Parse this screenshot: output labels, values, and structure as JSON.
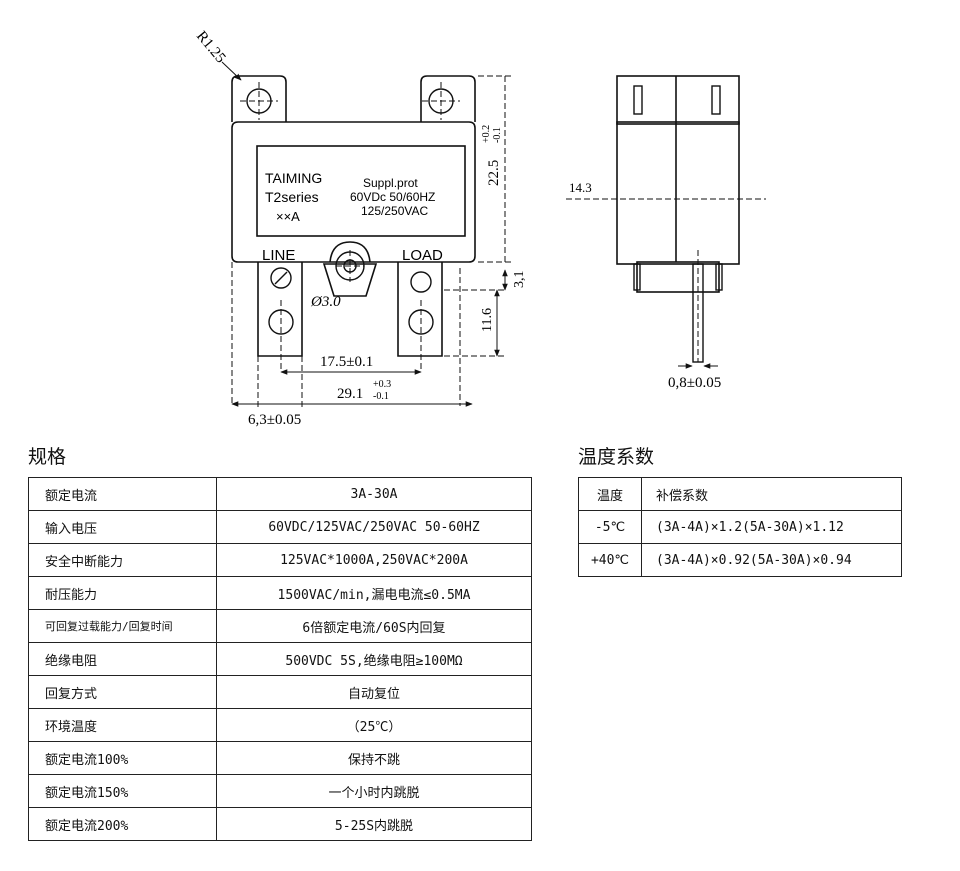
{
  "drawing": {
    "radius_label": "R1.25",
    "brand": "TAIMING",
    "series": "T2series",
    "rating_mark": "××A",
    "supp_line1": "Suppl.prot",
    "supp_line2": "60VDc 50/60HZ",
    "supp_line3": "125/250VAC",
    "line_label": "LINE",
    "load_label": "LOAD",
    "hole_dia": "Ø3.0",
    "height_dim": "22.5",
    "height_tol_plus": "+0.2",
    "height_tol_minus": "-0.1",
    "tab_dim": "3,1",
    "term_dim": "11.6",
    "pitch_dim": "17.5±0.1",
    "width_dim": "29.1",
    "width_tol_plus": "+0.3",
    "width_tol_minus": "-0.1",
    "tab_width_dim": "6,3±0.05",
    "depth_dim": "14.3",
    "thickness_dim": "0,8±0.05"
  },
  "spec": {
    "title": "规格",
    "rows": [
      {
        "key": "额定电流",
        "value": "3A-30A"
      },
      {
        "key": "输入电压",
        "value": "60VDC/125VAC/250VAC 50-60HZ"
      },
      {
        "key": "安全中断能力",
        "value": "125VAC*1000A,250VAC*200A"
      },
      {
        "key": "耐压能力",
        "value": "1500VAC/min,漏电电流≤0.5MA"
      },
      {
        "key": "可回复过载能力/回复时间",
        "value": "6倍额定电流/60S内回复"
      },
      {
        "key": "绝缘电阻",
        "value": "500VDC 5S,绝缘电阻≥100MΩ"
      },
      {
        "key": "回复方式",
        "value": "自动复位"
      },
      {
        "key": "环境温度",
        "value": "（25℃）"
      },
      {
        "key": "额定电流100%",
        "value": "保持不跳"
      },
      {
        "key": "额定电流150%",
        "value": "一个小时内跳脱"
      },
      {
        "key": "额定电流200%",
        "value": "5-25S内跳脱"
      }
    ]
  },
  "temp": {
    "title": "温度系数",
    "header": {
      "col1": "温度",
      "col2": "补偿系数"
    },
    "rows": [
      {
        "temp": "-5℃",
        "coef": "(3A-4A)×1.2(5A-30A)×1.12"
      },
      {
        "temp": "+40℃",
        "coef": "(3A-4A)×0.92(5A-30A)×0.94"
      }
    ]
  }
}
